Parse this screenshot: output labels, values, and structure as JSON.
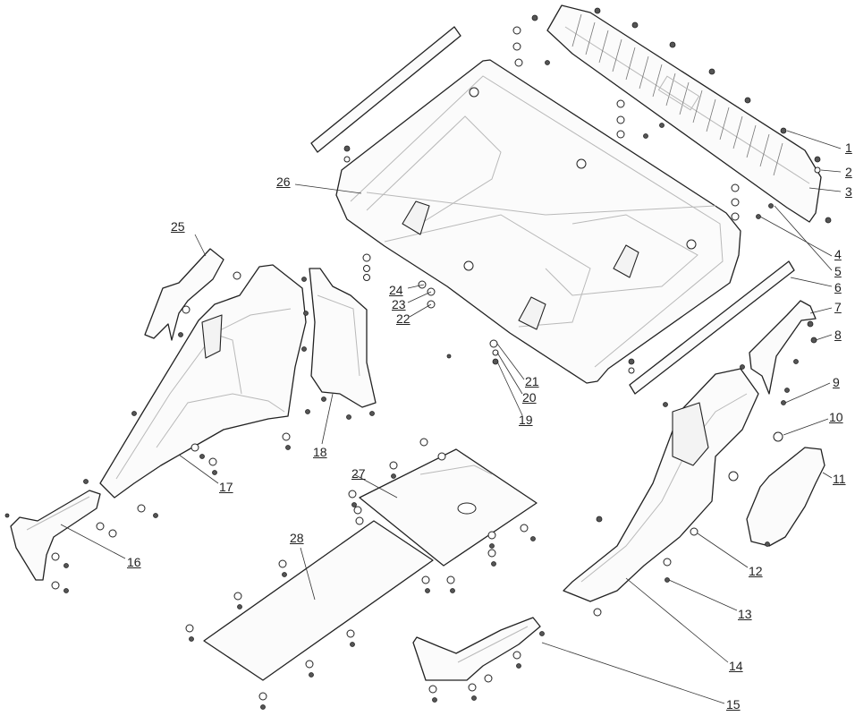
{
  "callouts": [
    {
      "id": "1",
      "label": "1"
    },
    {
      "id": "2",
      "label": "2"
    },
    {
      "id": "3",
      "label": "3"
    },
    {
      "id": "4",
      "label": "4"
    },
    {
      "id": "5",
      "label": "5"
    },
    {
      "id": "6",
      "label": "6"
    },
    {
      "id": "7",
      "label": "7"
    },
    {
      "id": "8",
      "label": "8"
    },
    {
      "id": "9",
      "label": "9"
    },
    {
      "id": "10",
      "label": "10"
    },
    {
      "id": "11",
      "label": "11"
    },
    {
      "id": "12",
      "label": "12"
    },
    {
      "id": "13",
      "label": "13"
    },
    {
      "id": "14",
      "label": "14"
    },
    {
      "id": "15",
      "label": "15"
    },
    {
      "id": "16",
      "label": "16"
    },
    {
      "id": "17",
      "label": "17"
    },
    {
      "id": "18",
      "label": "18"
    },
    {
      "id": "19",
      "label": "19"
    },
    {
      "id": "20",
      "label": "20"
    },
    {
      "id": "21",
      "label": "21"
    },
    {
      "id": "22",
      "label": "22"
    },
    {
      "id": "23",
      "label": "23"
    },
    {
      "id": "24",
      "label": "24"
    },
    {
      "id": "25",
      "label": "25"
    },
    {
      "id": "26",
      "label": "26"
    },
    {
      "id": "27",
      "label": "27"
    },
    {
      "id": "28",
      "label": "28"
    }
  ],
  "colors": {
    "line": "#222222",
    "fill": "#fbfbfb",
    "detail": "#b9b9b9",
    "background": "#ffffff"
  }
}
